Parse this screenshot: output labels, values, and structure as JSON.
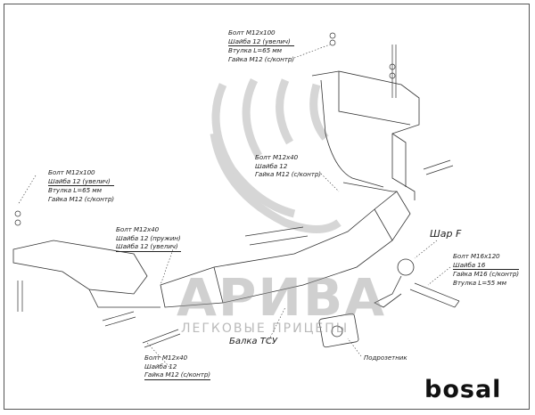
{
  "labels": {
    "top_bolt": [
      "Болт М12х100",
      "Шайба 12 (увелич)",
      "Втулка L=65 мм",
      "Гайка М12 (с/контр)"
    ],
    "left_bolt": [
      "Болт М12х100",
      "Шайба 12 (увелич)",
      "Втулка L=65 мм",
      "Гайка М12 (с/контр)"
    ],
    "mid_left_bolt": [
      "Болт М12х40",
      "Шайба 12 (пружин)",
      "Шайба 12 (увелич)"
    ],
    "center_bolt": [
      "Болт М12х40",
      "Шайба 12",
      "Гайка М12 (с/контр)"
    ],
    "bottom_bolt": [
      "Болт М12х40",
      "Шайба 12",
      "Гайка М12 (с/контр)"
    ],
    "right_bolt": [
      "Болт М16х120",
      "Шайба 16",
      "Гайка М16 (с/контр)",
      "Втулка L=55 мм"
    ],
    "ball": "Шар F",
    "beam": "Балка ТСУ",
    "socket_plate": "Подрозетник"
  },
  "watermark": {
    "title": "АРИВА",
    "subtitle": "ЛЕГКОВЫЕ ПРИЦЕПЫ"
  },
  "brand_logo": "bosal"
}
